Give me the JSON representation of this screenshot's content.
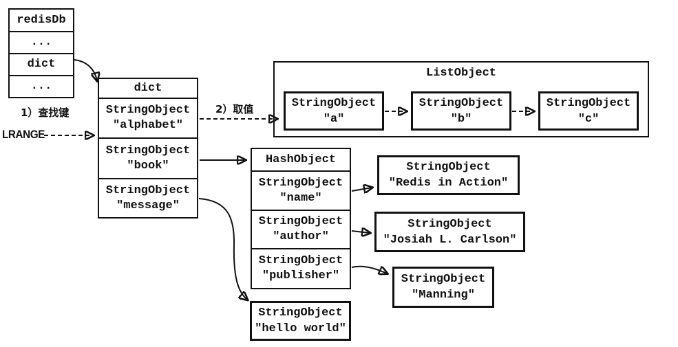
{
  "colors": {
    "ink": "#111111",
    "paper": "#ffffff"
  },
  "labels": {
    "step1": "1）查找键",
    "step2": "2）取值",
    "lrange": "LRANGE"
  },
  "redisdb": {
    "rows": [
      "redisDb",
      "...",
      "dict",
      "..."
    ]
  },
  "dict": {
    "title": "dict",
    "cells": [
      {
        "type": "StringObject",
        "value": "\"alphabet\""
      },
      {
        "type": "StringObject",
        "value": "\"book\""
      },
      {
        "type": "StringObject",
        "value": "\"message\""
      }
    ]
  },
  "list": {
    "title": "ListObject",
    "items": [
      {
        "type": "StringObject",
        "value": "\"a\""
      },
      {
        "type": "StringObject",
        "value": "\"b\""
      },
      {
        "type": "StringObject",
        "value": "\"c\""
      }
    ]
  },
  "hash": {
    "title": "HashObject",
    "fields": [
      {
        "type": "StringObject",
        "value": "\"name\""
      },
      {
        "type": "StringObject",
        "value": "\"author\""
      },
      {
        "type": "StringObject",
        "value": "\"publisher\""
      }
    ]
  },
  "values": {
    "name": {
      "type": "StringObject",
      "value": "\"Redis in Action\""
    },
    "author": {
      "type": "StringObject",
      "value": "\"Josiah L. Carlson\""
    },
    "publisher": {
      "type": "StringObject",
      "value": "\"Manning\""
    },
    "message": {
      "type": "StringObject",
      "value": "\"hello world\""
    }
  }
}
